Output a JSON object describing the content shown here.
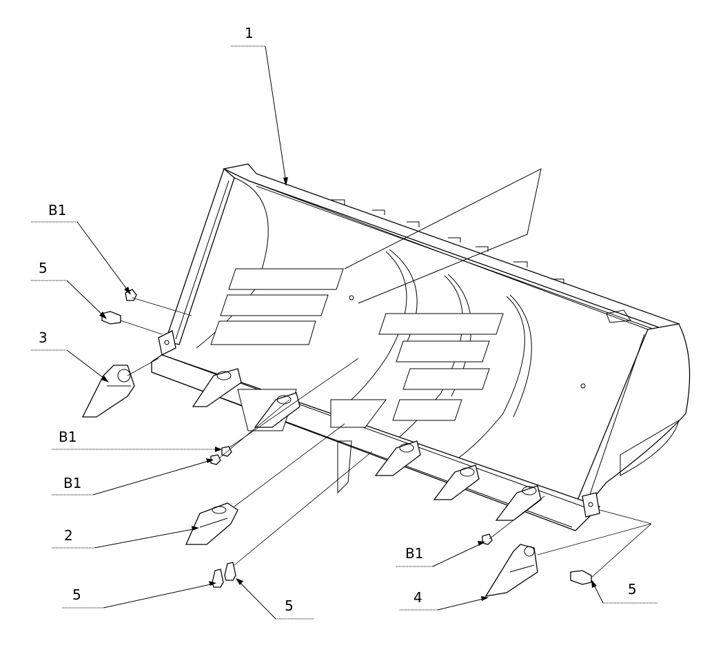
{
  "diagram": {
    "callouts": [
      {
        "id": "c1",
        "label": "1"
      },
      {
        "id": "cB1a",
        "label": "B1"
      },
      {
        "id": "c5a",
        "label": "5"
      },
      {
        "id": "c3",
        "label": "3"
      },
      {
        "id": "cB1b",
        "label": "B1"
      },
      {
        "id": "cB1c",
        "label": "B1"
      },
      {
        "id": "c2",
        "label": "2"
      },
      {
        "id": "c5b",
        "label": "5"
      },
      {
        "id": "c5c",
        "label": "5"
      },
      {
        "id": "cB1d",
        "label": "B1"
      },
      {
        "id": "c4",
        "label": "4"
      },
      {
        "id": "c5d",
        "label": "5"
      }
    ]
  }
}
